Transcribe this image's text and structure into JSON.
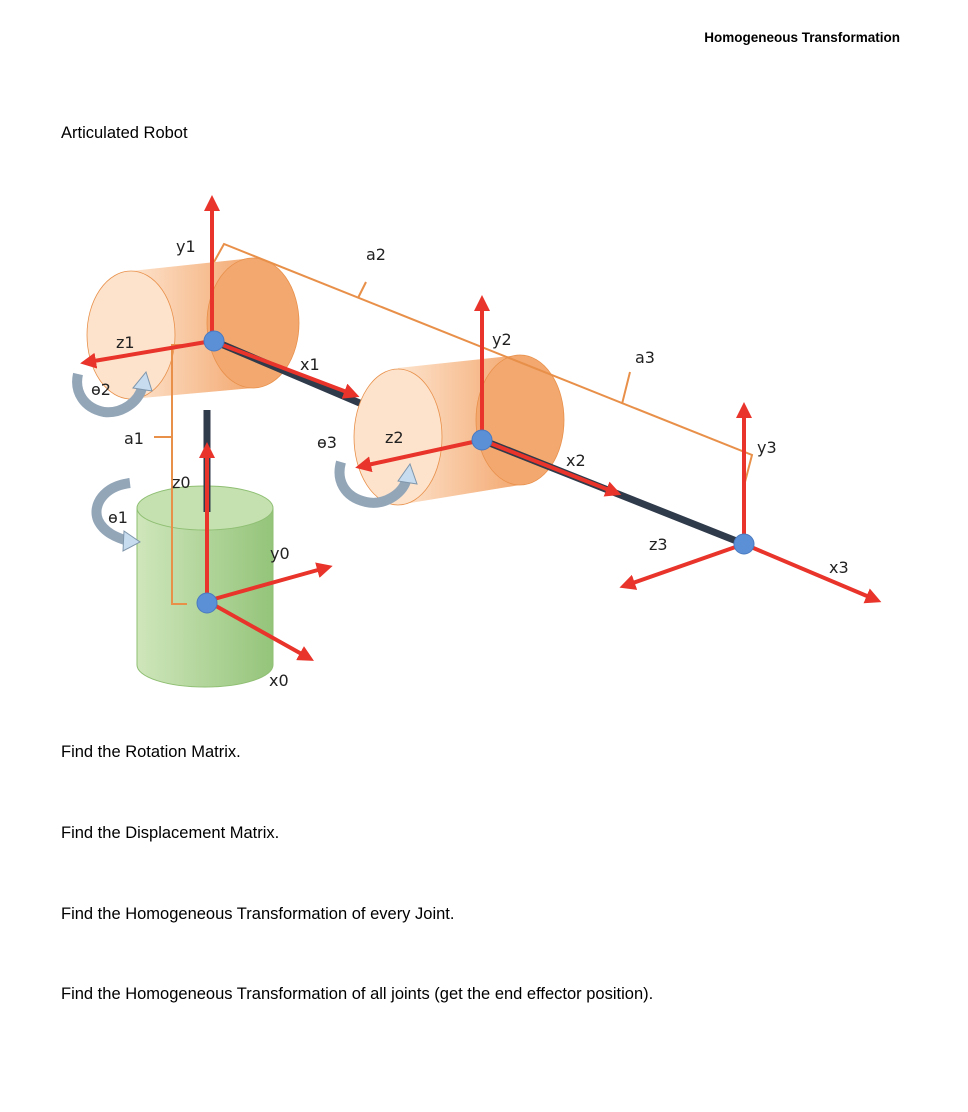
{
  "header": {
    "title": "Homogeneous Transformation"
  },
  "document": {
    "subtitle": "Articulated Robot"
  },
  "figure": {
    "labels": {
      "y1": "y1",
      "a2": "a2",
      "z1": "z1",
      "x1": "x1",
      "theta2": "ɵ2",
      "a1": "a1",
      "z0": "z0",
      "theta1": "ɵ1",
      "y0": "y0",
      "x0": "x0",
      "y2": "y2",
      "a3": "a3",
      "theta3": "ɵ3",
      "z2": "z2",
      "x2": "x2",
      "y3": "y3",
      "z3": "z3",
      "x3": "x3"
    },
    "colors": {
      "axis": "#e8342a",
      "dimension": "#e8904a",
      "link": "#2f3a4a",
      "joint": "#5b8fd6",
      "base": "#a9cf8e",
      "cylinder": "#f6b886"
    }
  },
  "questions": [
    "Find the Rotation Matrix.",
    "Find the Displacement Matrix.",
    "Find the Homogeneous Transformation of every Joint.",
    "Find the Homogeneous Transformation of all joints (get the end effector position)."
  ]
}
